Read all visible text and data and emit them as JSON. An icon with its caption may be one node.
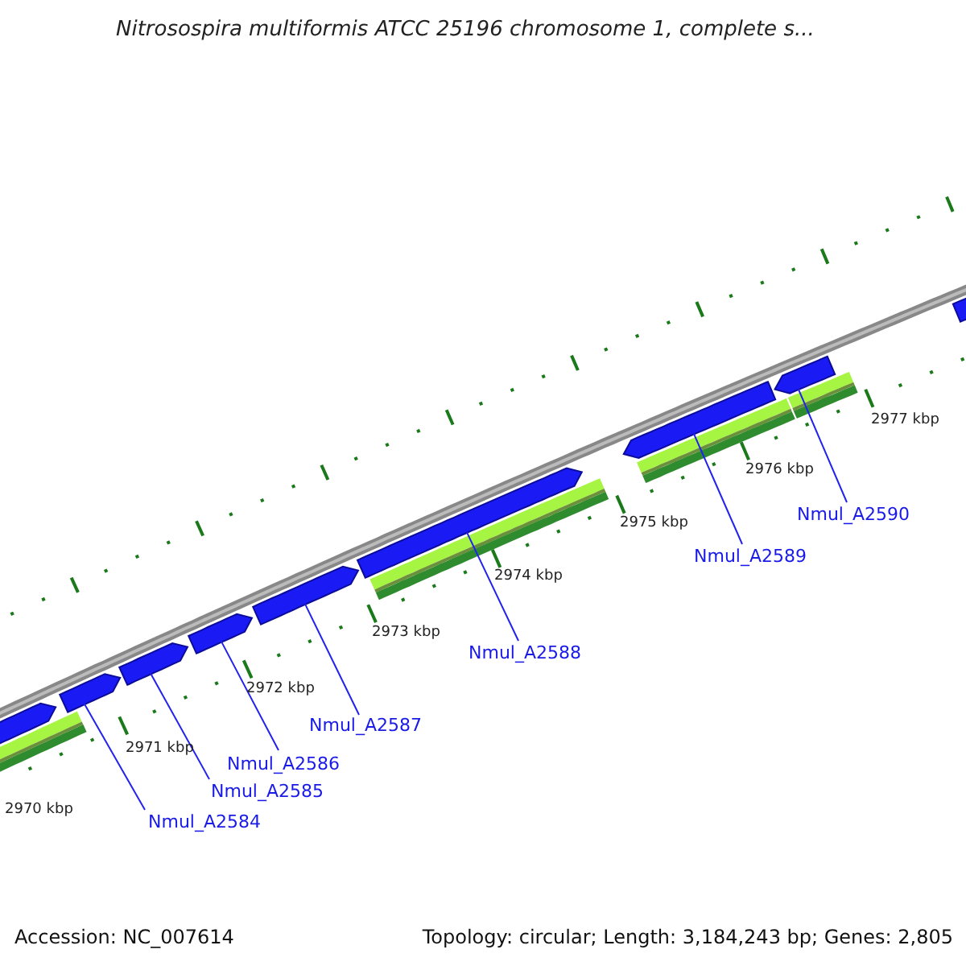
{
  "diagram": {
    "title": "Nitrosospira multiformis ATCC 25196 chromosome 1, complete s...",
    "nodes": [
      {
        "text": [],
        "shape": "arrow"
      },
      {
        "text": [],
        "shape": "arrow"
      },
      {
        "text": [],
        "shape": "arrow"
      },
      {
        "text": [],
        "shape": "arrow"
      },
      {
        "text": [],
        "shape": "arrow"
      },
      {
        "text": [],
        "shape": "arrow"
      },
      {
        "text": [],
        "shape": "arrow"
      },
      {
        "text": [],
        "shape": "arrow"
      },
      {
        "text": [],
        "shape": "arrow"
      },
      {
        "text": [
          "Nmul_A2590"
        ]
      },
      {
        "text": [
          "Nmul_A2589"
        ]
      },
      {
        "text": [
          "Nmul_A2588"
        ]
      },
      {
        "text": [
          "Nmul_A2587"
        ]
      },
      {
        "text": [
          "Nmul_A2586"
        ]
      },
      {
        "text": [
          "Nmul_A2585"
        ]
      },
      {
        "text": [
          "Nmul_A2584"
        ]
      }
    ],
    "edges": [
      {
        "from": 9,
        "to": 7,
        "arrow": "none"
      },
      {
        "from": 10,
        "to": 6,
        "arrow": "none"
      },
      {
        "from": 11,
        "to": 5,
        "arrow": "none"
      },
      {
        "from": 12,
        "to": 4,
        "arrow": "none"
      },
      {
        "from": 13,
        "to": 3,
        "arrow": "none"
      },
      {
        "from": 14,
        "to": 2,
        "arrow": "none"
      },
      {
        "from": 15,
        "to": 1,
        "arrow": "none"
      }
    ],
    "labels": [
      "2977 kbp",
      "2976 kbp",
      "2975 kbp",
      "2974 kbp",
      "2973 kbp",
      "2972 kbp",
      "2971 kbp",
      "2970 kbp",
      "Accession: NC_007614",
      "Topology: circular; Length: 3,184,243 bp; Genes: 2,805"
    ]
  }
}
